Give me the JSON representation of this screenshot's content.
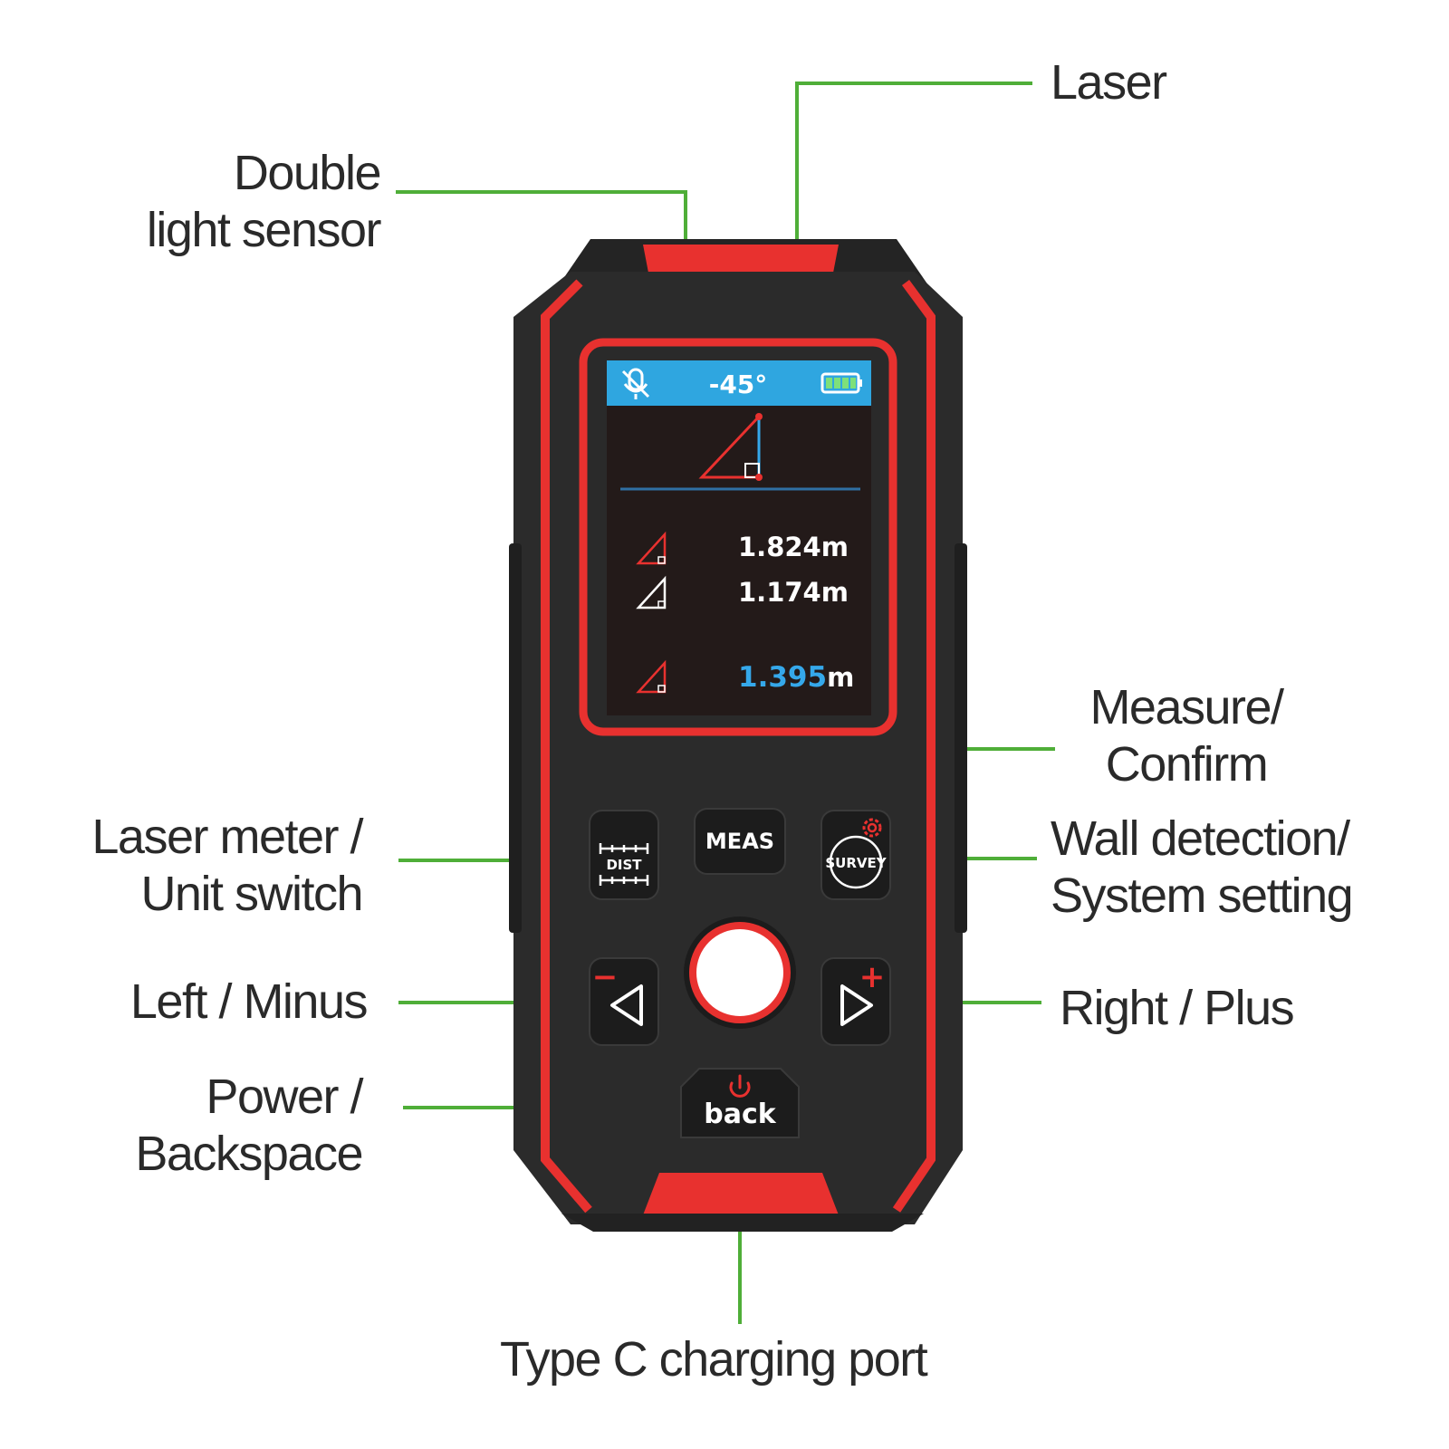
{
  "colors": {
    "leader": "#4fae38",
    "body": "#2b2b2b",
    "accent": "#e8312f",
    "screen_bar": "#2fa6e0",
    "screen_bg": "#231a19",
    "value_highlight": "#35a8ea"
  },
  "labels": {
    "laser": [
      "Laser"
    ],
    "double_light_sensor": [
      "Double",
      "light sensor"
    ],
    "measure_confirm": [
      "Measure/",
      "Confirm"
    ],
    "laser_meter_unit_switch": [
      "Laser meter /",
      "Unit switch"
    ],
    "wall_detection_system_setting": [
      "Wall detection/",
      "System setting"
    ],
    "left_minus": [
      "Left / Minus"
    ],
    "right_plus": [
      "Right / Plus"
    ],
    "power_backspace": [
      "Power /",
      "Backspace"
    ],
    "type_c_charging_port": [
      "Type C charging port"
    ]
  },
  "screen": {
    "angle": "-45°",
    "mic_icon": "mic-muted-icon",
    "battery_icon": "battery-full-icon",
    "readings": [
      {
        "value": "1.824",
        "unit": "m",
        "highlight": false
      },
      {
        "value": "1.174",
        "unit": "m",
        "highlight": false
      },
      {
        "value": "1.395",
        "unit": "m",
        "highlight": true
      }
    ]
  },
  "buttons": {
    "dist": "DIST",
    "meas": "MEAS",
    "survey": "SURVEY",
    "left_symbol": "−",
    "right_symbol": "+",
    "back": "back"
  }
}
